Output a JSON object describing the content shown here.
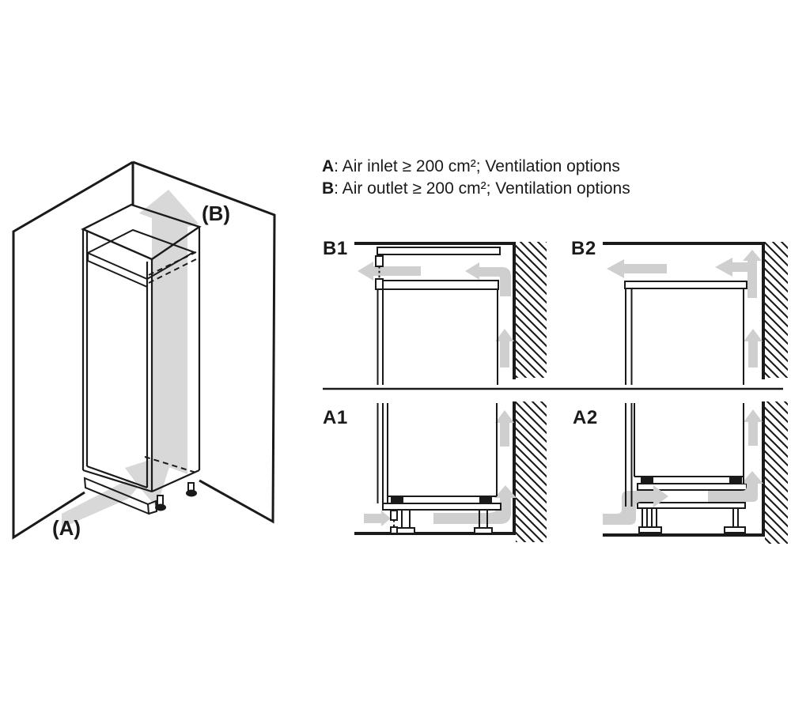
{
  "legend": {
    "rows": [
      {
        "key": "A",
        "text": ": Air inlet ≥ 200 cm²; Ventilation options"
      },
      {
        "key": "B",
        "text": ": Air outlet ≥ 200 cm²; Ventilation options"
      }
    ]
  },
  "overview": {
    "inlet_label": "(A)",
    "outlet_label": "(B)"
  },
  "panels": [
    {
      "id": "B1"
    },
    {
      "id": "B2"
    },
    {
      "id": "A1"
    },
    {
      "id": "A2"
    }
  ],
  "colors": {
    "line": "#1a1a1a",
    "arrow": "#cfcfcf",
    "band": "#d8d8d8",
    "background": "#ffffff"
  }
}
